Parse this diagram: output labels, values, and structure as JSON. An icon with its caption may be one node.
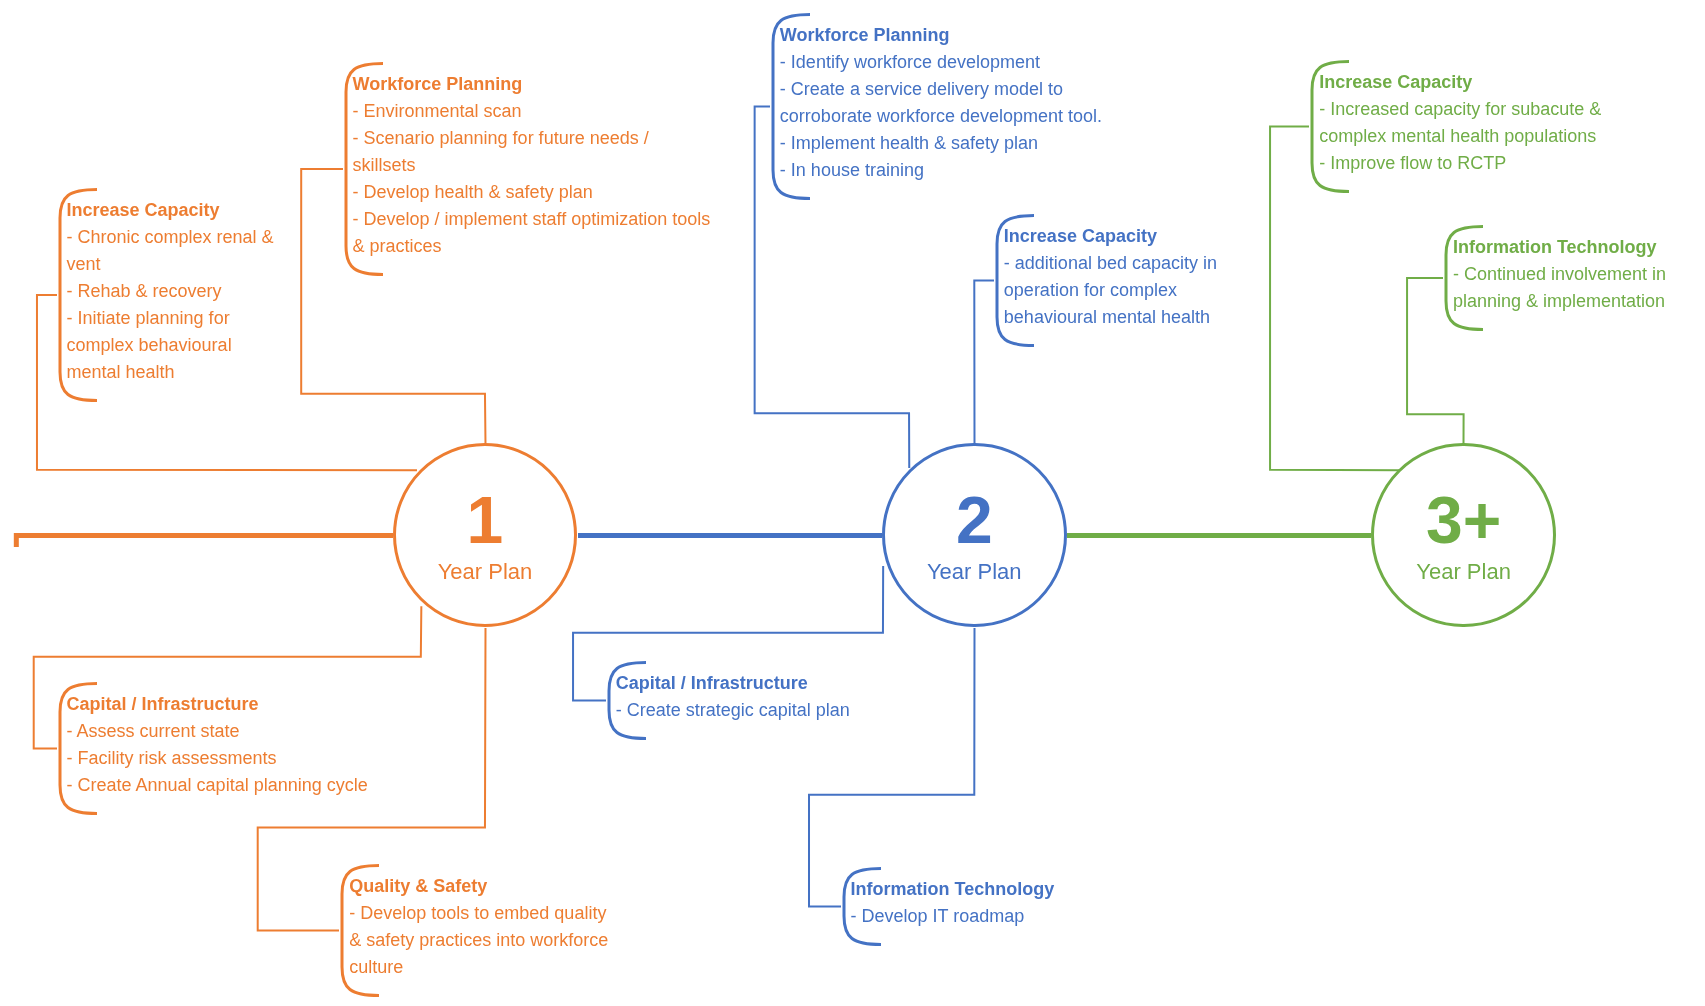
{
  "diagram": {
    "nodes": [
      {
        "text": [
          "1",
          "Year Plan"
        ]
      },
      {
        "text": [
          "2",
          "Year Plan"
        ]
      },
      {
        "text": [
          "3+",
          "Year Plan"
        ]
      },
      {
        "text": [
          "Workforce Planning",
          "- Environmental scan",
          "- Scenario planning for future needs / skillsets",
          "- Develop health & safety plan",
          "- Develop / implement staff optimization tools & practices"
        ]
      },
      {
        "text": [
          "Increase Capacity",
          "- Chronic complex renal & vent",
          "- Rehab & recovery",
          "- Initiate planning for complex behavioural mental health"
        ]
      },
      {
        "text": [
          "Capital / Infrastructure",
          "- Assess current state",
          "- Facility risk assessments",
          "- Create Annual capital planning cycle"
        ]
      },
      {
        "text": [
          "Quality & Safety",
          "- Develop tools to embed quality & safety practices into workforce culture"
        ]
      },
      {
        "text": [
          "Workforce Planning",
          "- Identify workforce development",
          "- Create a service delivery model to corroborate workforce development tool.",
          "- Implement health & safety plan",
          "- In house training"
        ]
      },
      {
        "text": [
          "Increase Capacity",
          "- additional bed capacity in operation for complex behavioural mental health"
        ]
      },
      {
        "text": [
          "Capital / Infrastructure",
          "- Create strategic capital plan"
        ]
      },
      {
        "text": [
          "Information Technology",
          "- Develop IT roadmap"
        ]
      },
      {
        "text": [
          "Increase Capacity",
          "- Increased capacity for subacute & complex mental health populations",
          "- Improve flow to RCTP"
        ]
      },
      {
        "text": [
          "Information Technology",
          "- Continued involvement in planning & implementation"
        ]
      }
    ],
    "edges": [
      {
        "from": null,
        "to": 0,
        "arrow": "none",
        "style": "thick",
        "color": "#ed7d31"
      },
      {
        "from": 0,
        "to": 1,
        "arrow": "none",
        "style": "thick",
        "color": "#4472c4"
      },
      {
        "from": 1,
        "to": 2,
        "arrow": "none",
        "style": "thick",
        "color": "#70ad47"
      },
      {
        "from": 0,
        "to": 3,
        "arrow": "none",
        "color": "#ed7d31"
      },
      {
        "from": 0,
        "to": 4,
        "arrow": "none",
        "color": "#ed7d31"
      },
      {
        "from": 0,
        "to": 5,
        "arrow": "none",
        "color": "#ed7d31"
      },
      {
        "from": 0,
        "to": 6,
        "arrow": "none",
        "color": "#ed7d31"
      },
      {
        "from": 1,
        "to": 7,
        "arrow": "none",
        "color": "#4472c4"
      },
      {
        "from": 1,
        "to": 8,
        "arrow": "none",
        "color": "#4472c4"
      },
      {
        "from": 1,
        "to": 9,
        "arrow": "none",
        "color": "#4472c4"
      },
      {
        "from": 1,
        "to": 10,
        "arrow": "none",
        "color": "#4472c4"
      },
      {
        "from": 2,
        "to": 11,
        "arrow": "none",
        "color": "#70ad47"
      },
      {
        "from": 2,
        "to": 12,
        "arrow": "none",
        "color": "#70ad47"
      }
    ]
  }
}
